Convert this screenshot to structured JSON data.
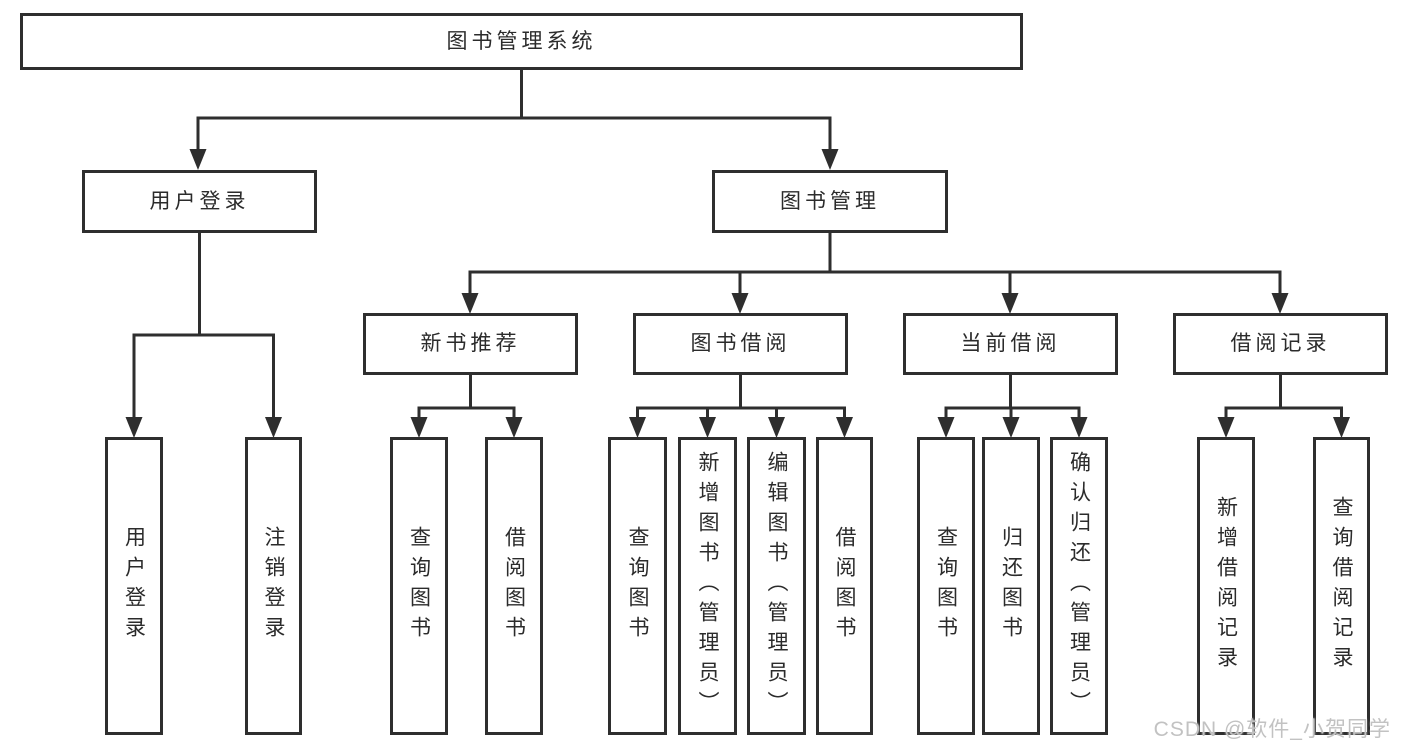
{
  "tree": {
    "label": "图书管理系统",
    "children": [
      {
        "label": "用户登录",
        "children": [
          {
            "label": "用户登录"
          },
          {
            "label": "注销登录"
          }
        ]
      },
      {
        "label": "图书管理",
        "children": [
          {
            "label": "新书推荐",
            "children": [
              {
                "label": "查询图书"
              },
              {
                "label": "借阅图书"
              }
            ]
          },
          {
            "label": "图书借阅",
            "children": [
              {
                "label": "查询图书"
              },
              {
                "label": "新增图书（管理员）"
              },
              {
                "label": "编辑图书（管理员）"
              },
              {
                "label": "借阅图书"
              }
            ]
          },
          {
            "label": "当前借阅",
            "children": [
              {
                "label": "查询图书"
              },
              {
                "label": "归还图书"
              },
              {
                "label": "确认归还（管理员）"
              }
            ]
          },
          {
            "label": "借阅记录",
            "children": [
              {
                "label": "新增借阅记录"
              },
              {
                "label": "查询借阅记录"
              }
            ]
          }
        ]
      }
    ]
  },
  "watermark": {
    "text": "CSDN @软件_小贺同学"
  },
  "colors": {
    "background": "#ffffff",
    "line": "#2e2e2e",
    "box_border": "#2e2e2e",
    "box_fill": "#ffffff",
    "text": "#2b2b2b",
    "watermark": "#c2c2c2"
  }
}
